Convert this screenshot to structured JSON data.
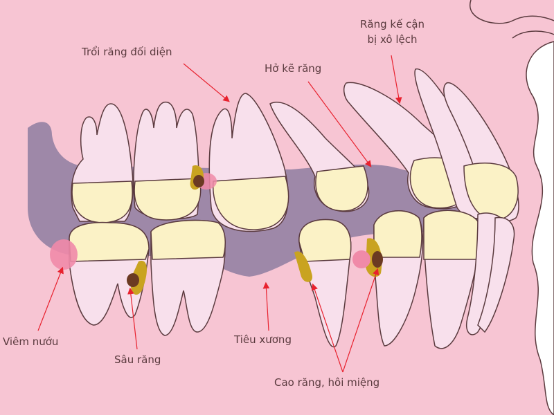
{
  "labels": {
    "opposing_tooth_extrusion": "Trổi răng đối diện",
    "gap_between_teeth": "Hở kẽ răng",
    "adjacent_teeth_line1": "Răng kế cận",
    "adjacent_teeth_line2": "bị xô lệch",
    "gingivitis": "Viêm nướu",
    "tooth_decay": "Sâu răng",
    "bone_loss": "Tiêu xương",
    "tartar_bad_breath": "Cao răng, hôi miệng"
  },
  "colors": {
    "background": "#f7c5d3",
    "gum_bone": "#9e88a8",
    "tooth_root": "#f8e0ec",
    "tooth_crown": "#fbf2c6",
    "arrow": "#e8212e",
    "tartar": "#c9a320",
    "decay": "#6b3a22",
    "inflammation": "#f08aa8"
  }
}
